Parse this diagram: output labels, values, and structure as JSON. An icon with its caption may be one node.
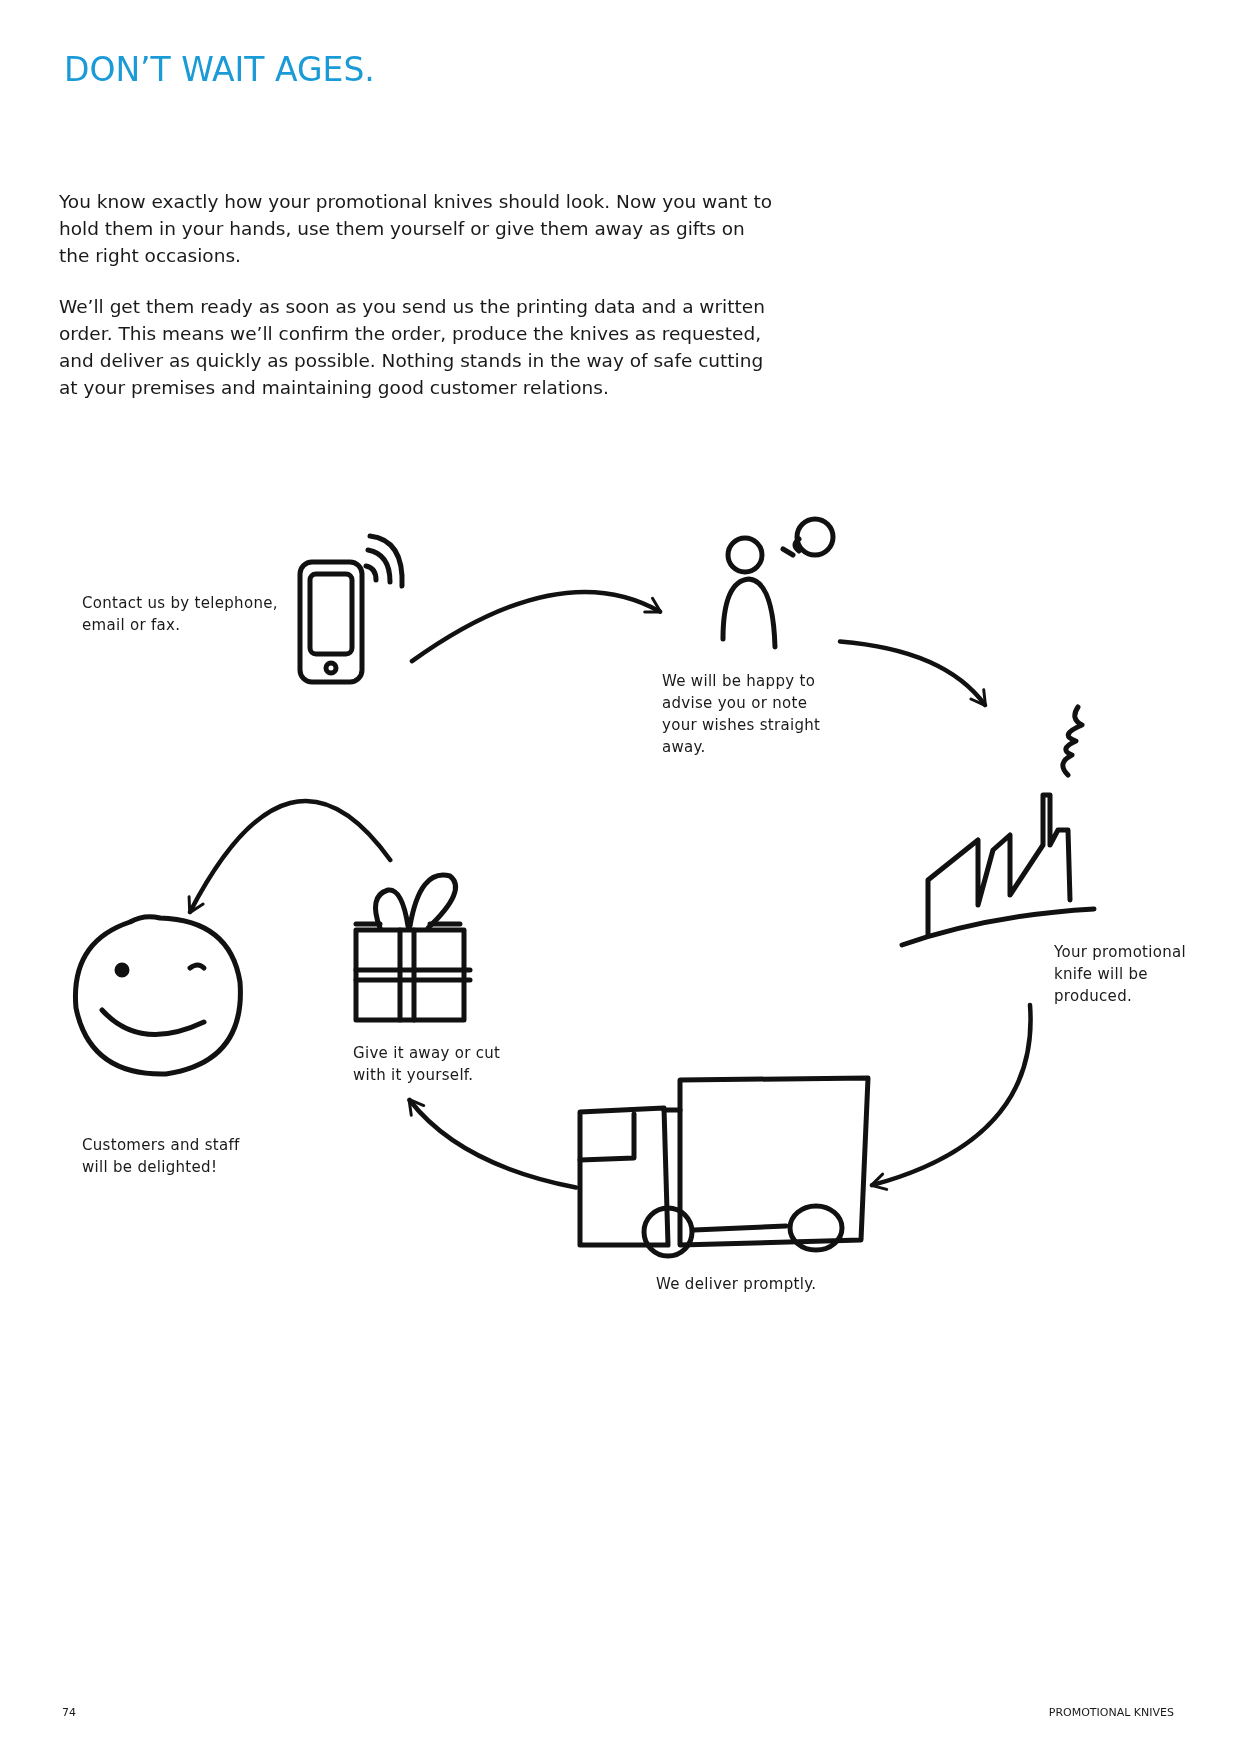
{
  "diagram": {
    "title": "DON’T WAIT AGES.",
    "nodes": [
      {
        "text": [
          "Contact us by telephone, email or fax."
        ]
      },
      {
        "text": [
          "We will be happy to advise you or note your wishes straight away."
        ]
      },
      {
        "text": [
          "Your promotional knife will be produced."
        ]
      },
      {
        "text": [
          "We deliver promptly."
        ]
      },
      {
        "text": [
          "Give it away or cut with it yourself."
        ]
      },
      {
        "text": [
          "Customers and staff will be delighted!"
        ]
      }
    ],
    "edges": [
      {
        "from": 0,
        "to": 1,
        "arrow": "to"
      },
      {
        "from": 1,
        "to": 2,
        "arrow": "to"
      },
      {
        "from": 2,
        "to": 3,
        "arrow": "to"
      },
      {
        "from": 3,
        "to": 4,
        "arrow": "to"
      },
      {
        "from": 4,
        "to": 5,
        "arrow": "to"
      }
    ],
    "labels": [
      "You know exactly how your promotional knives should look. Now you want to hold them in your hands, use them yourself or give them away as gifts on the right occasions.",
      "We’ll get them ready as soon as you send us the printing data and a written order. This means we’ll confirm the order, produce the knives as requested, and deliver as quickly as possible. Nothing stands in the way of safe cutting at your premises and maintaining good customer relations.",
      "74",
      "PROMOTIONAL KNIVES"
    ]
  }
}
